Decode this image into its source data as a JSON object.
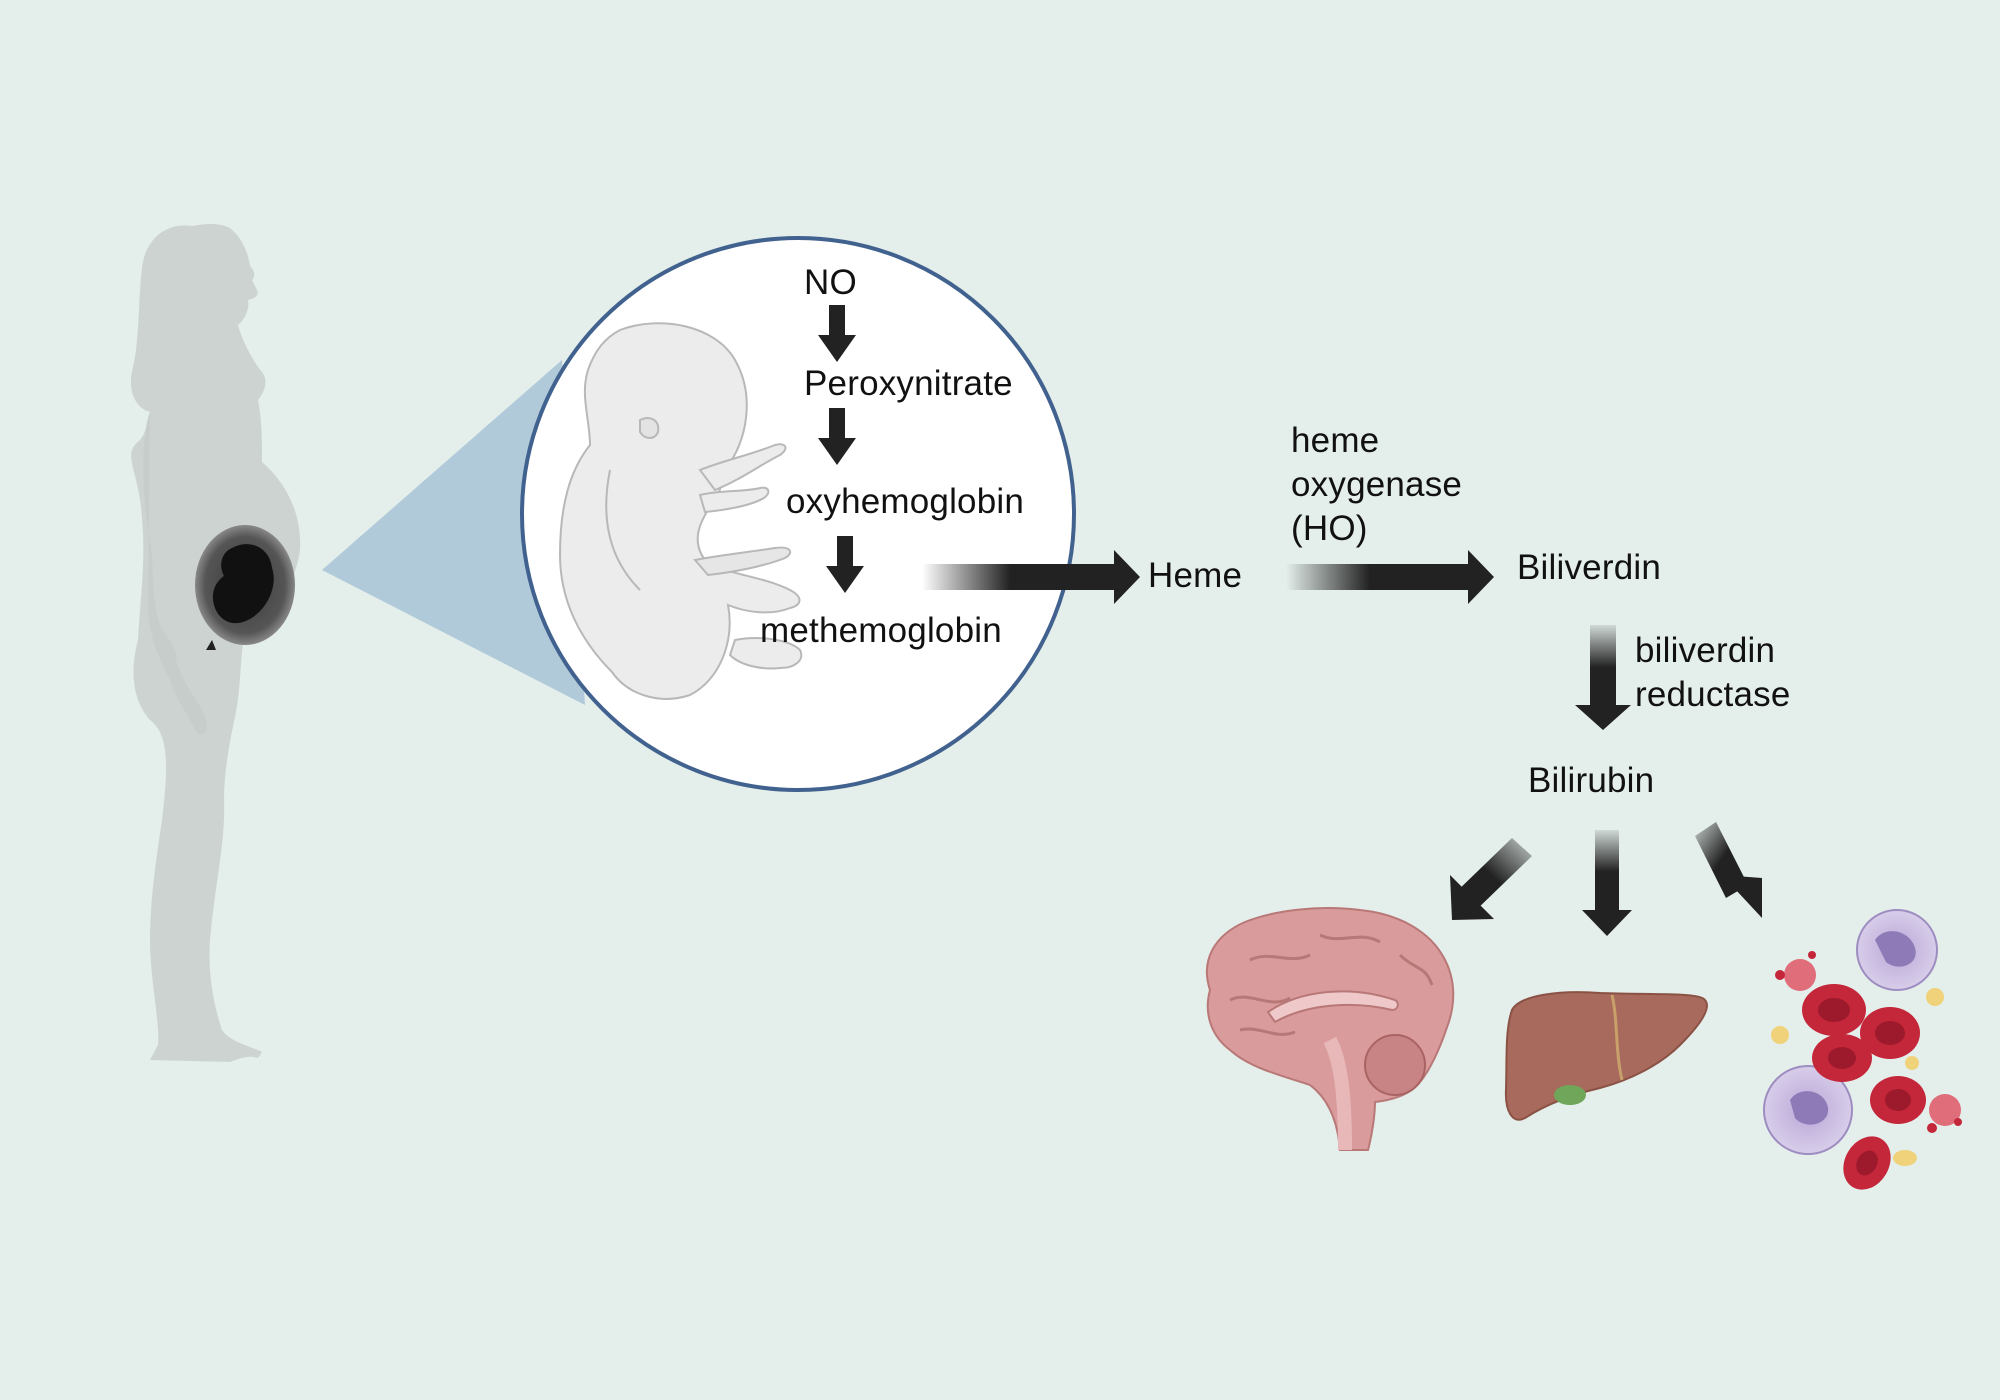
{
  "colors": {
    "background": "#e4eeea",
    "arrow": "#222222",
    "circle_border": "#41628f",
    "zoom_cone": "#b1cada",
    "silhouette": "#cdd3d1"
  },
  "icons": {
    "pregnant_woman": "pregnant-woman-silhouette-icon",
    "fetus": "fetus-icon",
    "brain": "brain-icon",
    "liver": "liver-icon",
    "blood_cells": "blood-cells-icon"
  },
  "cascade": {
    "no": "NO",
    "peroxynitrite": "Peroxynitrate",
    "oxyhemoglobin": "oxyhemoglobin",
    "methemoglobin": "methemoglobin"
  },
  "pathway": {
    "heme": "Heme",
    "enzyme_ho_line1": "heme",
    "enzyme_ho_line2": "oxygenase",
    "enzyme_ho_line3": "(HO)",
    "biliverdin": "Biliverdin",
    "enzyme_br_line1": "biliverdin",
    "enzyme_br_line2": "reductase",
    "bilirubin": "Bilirubin"
  }
}
